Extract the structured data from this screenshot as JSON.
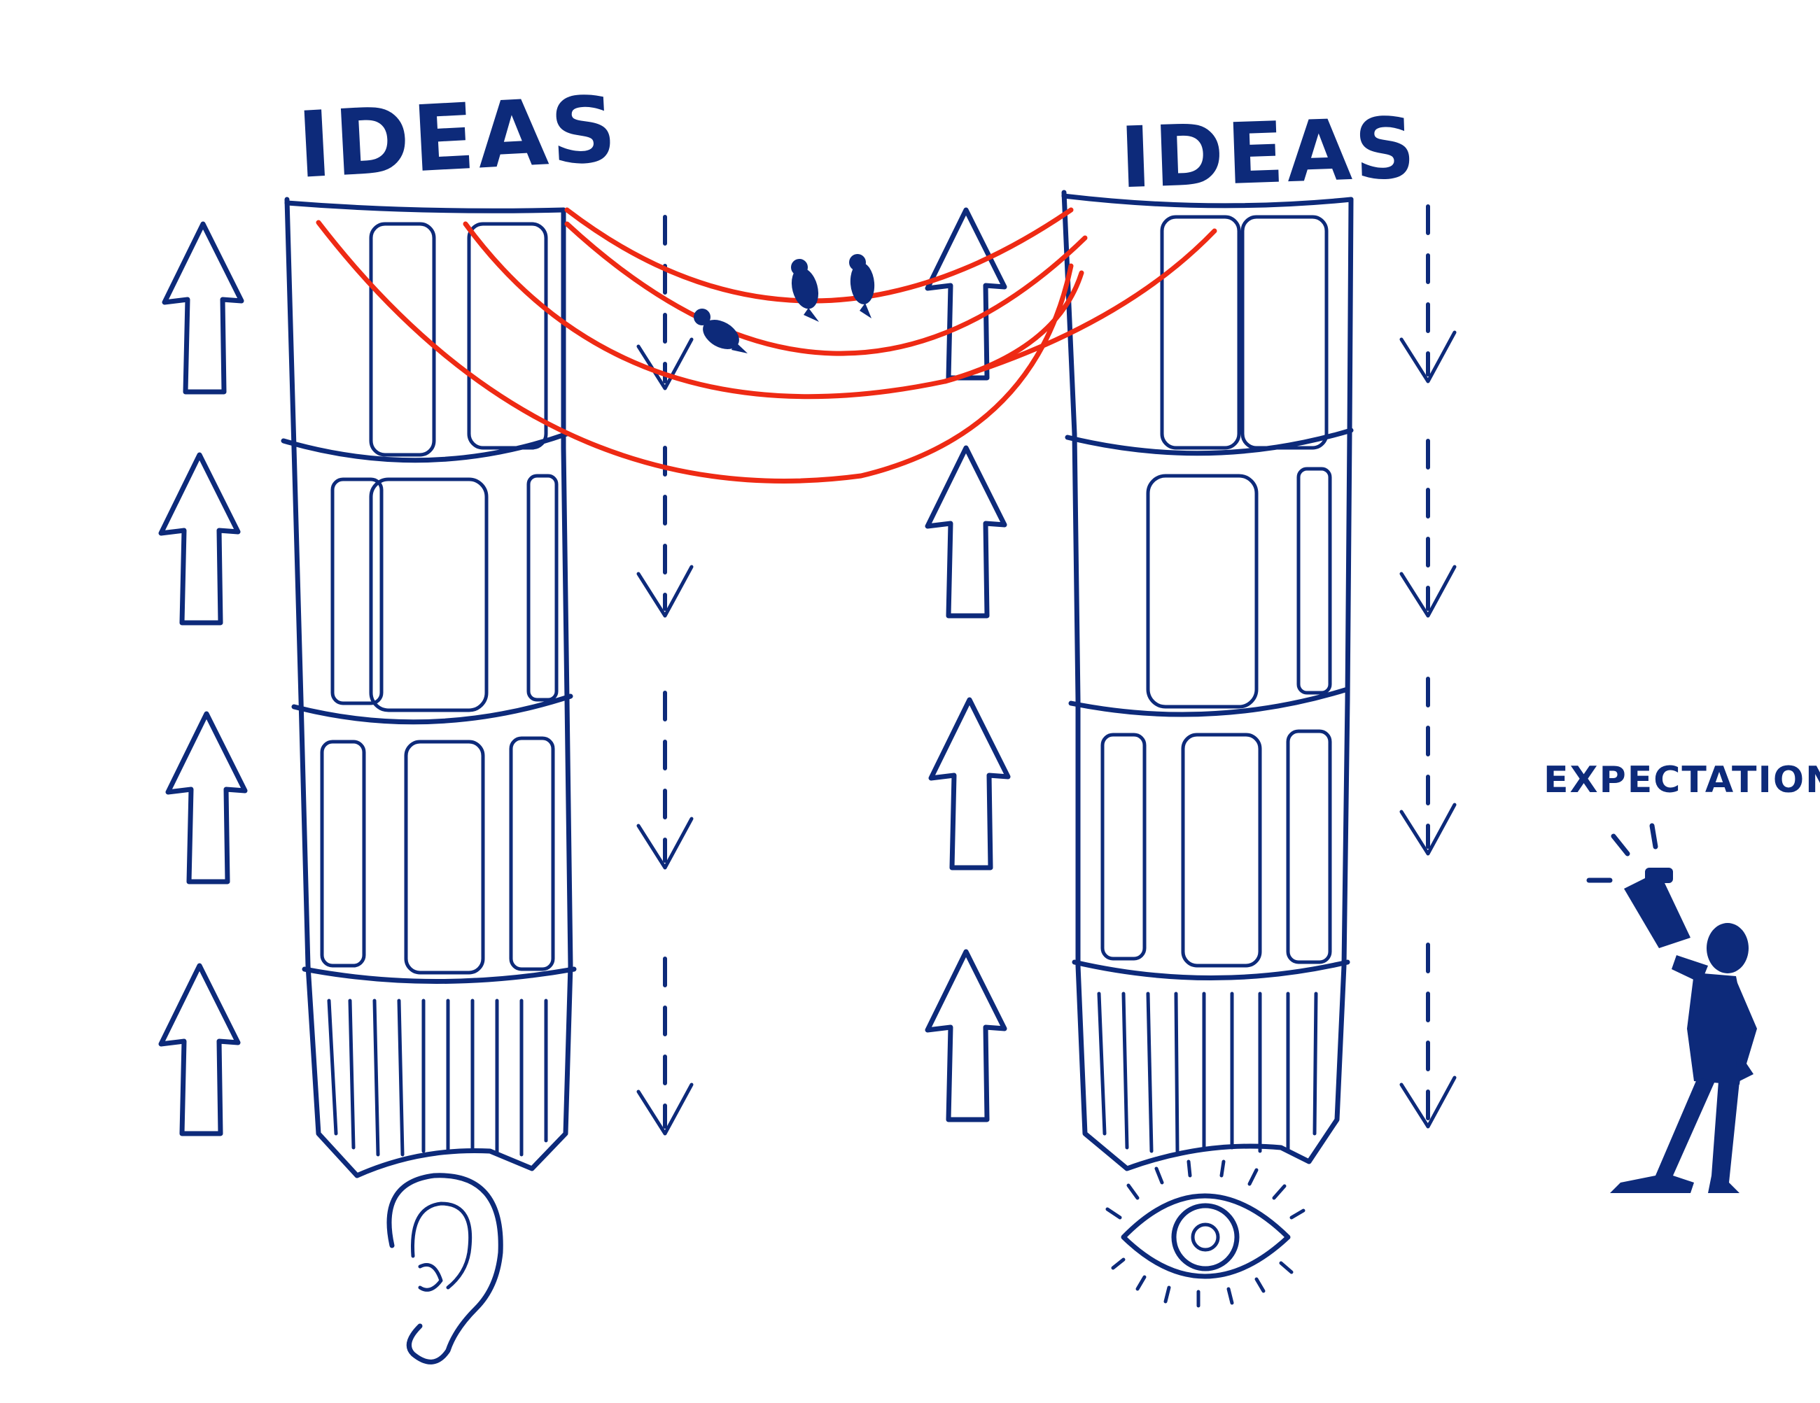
{
  "labels": {
    "left_column": "IDEAS",
    "right_column": "IDEAS",
    "figure": "EXPECTATIONS"
  },
  "colors": {
    "ink": "#0d2a7a",
    "wire": "#ee2a14",
    "background": "#ffffff"
  },
  "icons": {
    "left_base": "ear-icon",
    "right_base": "eye-icon",
    "figure": "person-with-megaphone-icon",
    "birds": "bird-icon",
    "up_arrows": "arrow-up-icon",
    "down_arrows": "dashed-arrow-down-icon"
  }
}
